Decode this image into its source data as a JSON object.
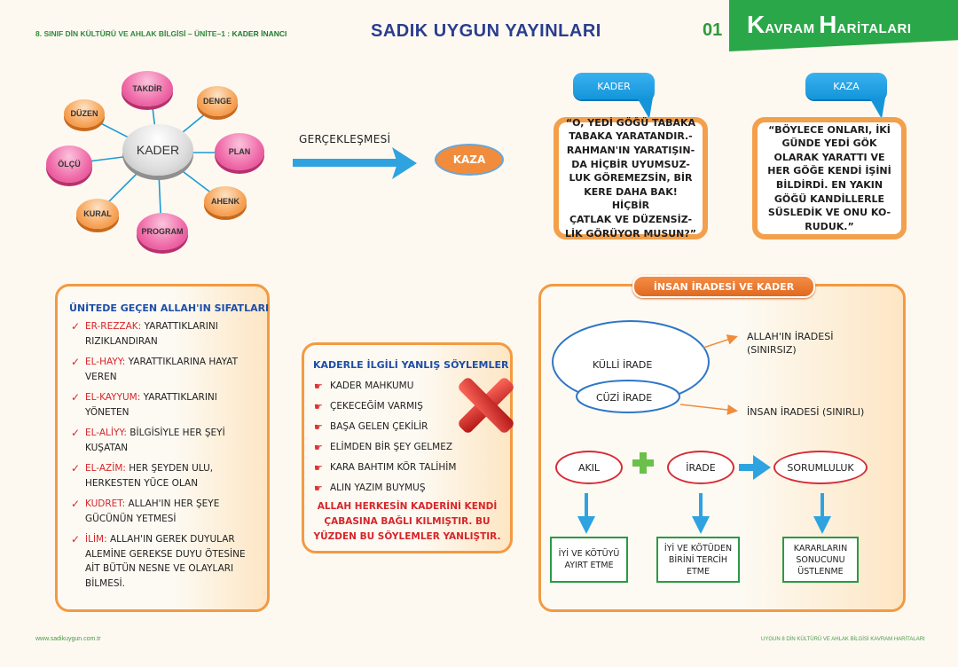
{
  "header": {
    "course": "8. SINIF DİN KÜLTÜRÜ VE AHLAK BİLGİSİ – ÜNİTE–1 :",
    "topic": "KADER İNANCI",
    "publisher": "SADIK  UYGUN  YAYINLARI",
    "page_number": "01",
    "banner_k": "K",
    "banner_avram": "AVRAM",
    "banner_h": "H",
    "banner_aritalari": "ARİTALARI"
  },
  "mindmap": {
    "center": "KADER",
    "nodes": {
      "takdir": "TAKDİR",
      "denge": "DENGE",
      "duzen": "DÜZEN",
      "plan": "PLAN",
      "olcu": "ÖLÇÜ",
      "ahenk": "AHENK",
      "kural": "KURAL",
      "program": "PROGRAM"
    }
  },
  "realization": {
    "label": "GERÇEKLEŞMESİ",
    "result": "KAZA"
  },
  "verses": {
    "kader_tag": "KADER",
    "kader_text": "“O, YEDİ GÖĞÜ TABAKA\nTABAKA YARATANDIR.-\nRAHMAN'IN YARATIŞIN-\nDA HİÇBİR UYUMSUZ-\nLUK GÖREMEZSİN, BİR\nKERE DAHA BAK! HİÇBİR\nÇATLAK VE DÜZENSİZ-\nLİK GÖRÜYOR MUSUN?”",
    "kaza_tag": "KAZA",
    "kaza_text": "“BÖYLECE ONLARI, İKİ\nGÜNDE YEDİ GÖK\nOLARAK YARATTI VE\nHER GÖĞE KENDİ İŞİNİ\nBİLDİRDİ. EN YAKIN\nGÖĞÜ KANDİLLERLE\nSÜSLEDİK VE ONU KO-\nRUDUK.”"
  },
  "sifatlar": {
    "title": "ÜNİTEDE GEÇEN ALLAH'IN SIFATLARI",
    "items": [
      {
        "name": "ER-REZZAK:",
        "desc": " YARATTIKLARINI RIZIKLANDIRAN"
      },
      {
        "name": "EL-HAYY:",
        "desc": " YARATTIKLARINA HAYAT VEREN"
      },
      {
        "name": "EL-KAYYUM:",
        "desc": " YARATTIKLARINI YÖNETEN"
      },
      {
        "name": "EL-ALİYY:",
        "desc": " BİLGİSİYLE HER ŞEYİ KUŞATAN"
      },
      {
        "name": "EL-AZİM:",
        "desc": " HER ŞEYDEN ULU, HERKESTEN YÜCE OLAN"
      },
      {
        "name": "KUDRET:",
        "desc": " ALLAH'IN HER ŞEYE GÜCÜNÜN YETMESİ"
      },
      {
        "name": "İLİM:",
        "desc": " ALLAH'IN GEREK DUYULAR ALEMİNE GEREKSE DUYU ÖTESİNE AİT BÜTÜN NESNE VE OLAYLARI BİLMESİ."
      }
    ]
  },
  "wrong_sayings": {
    "title": "KADERLE İLGİLİ YANLIŞ SÖYLEMLER",
    "items": [
      "KADER MAHKUMU",
      "ÇEKECEĞİM VARMIŞ",
      "BAŞA GELEN ÇEKİLİR",
      "ELİMDEN BİR ŞEY GELMEZ",
      "KARA BAHTIM KÖR TALİHİM",
      "ALIN YAZIM BUYMUŞ"
    ],
    "note": "ALLAH HERKESİN KADERİNİ KENDİ\nÇABASINA BAĞLI KILMIŞTIR. BU\nYÜZDEN BU SÖYLEMLER YANLIŞTIR."
  },
  "irade": {
    "title": "İNSAN İRADESİ VE KADER",
    "kulli": "KÜLLİ İRADE",
    "cuzi": "CÜZİ İRADE",
    "allah_irade_1": "ALLAH'IN İRADESİ",
    "allah_irade_2": "(SINIRSIZ)",
    "insan_irade": "İNSAN İRADESİ (SINIRLI)",
    "akil": "AKIL",
    "irade_word": "İRADE",
    "sorumluluk": "SORUMLULUK",
    "box_akil": "İYİ VE KÖTÜYÜ\nAYIRT ETME",
    "box_irade": "İYİ VE KÖTÜDEN\nBİRİNİ TERCİH\nETME",
    "box_sorumluluk": "KARARLARIN\nSONUCUNU\nÜSTLENME"
  },
  "footer": {
    "left": "www.sadikuygun.com.tr",
    "right": "UYGUN 8 DİN KÜLTÜRÜ VE AHLAK BİLGİSİ KAVRAM HARİTALARI"
  },
  "colors": {
    "orange_border": "#f39a42",
    "red": "#d6262b",
    "blue": "#1d4ea8",
    "green": "#2aa849"
  }
}
